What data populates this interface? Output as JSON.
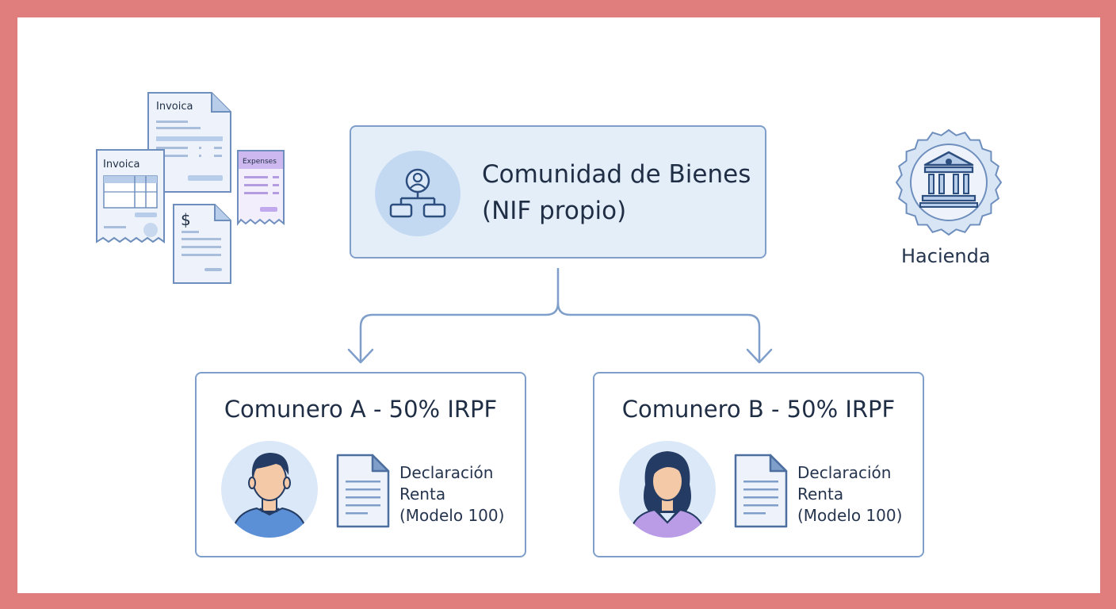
{
  "main_entity": {
    "title": "Comunidad de Bienes",
    "subtitle": "(NIF propio)"
  },
  "authority": {
    "label": "Hacienda"
  },
  "documents_cluster": {
    "invoice_label_1": "Invoica",
    "invoice_label_2": "Invoica",
    "expenses_label": "Expenses",
    "currency_symbol": "$"
  },
  "members": [
    {
      "title": "Comunero A - 50% IRPF",
      "doc_lines": [
        "Declaración",
        "Renta",
        "(Modelo 100)"
      ]
    },
    {
      "title": "Comunero B - 50% IRPF",
      "doc_lines": [
        "Declaración",
        "Renta",
        "(Modelo 100)"
      ]
    }
  ],
  "colors": {
    "frame": "#df7e7c",
    "accent_border": "#7f9fca",
    "main_fill": "#e4eef9",
    "text": "#1f2e45",
    "avatar_bg": "#dbe8f7",
    "person_a_shirt": "#5b8fd6",
    "person_b_shirt": "#b99be6",
    "hair": "#243b63"
  },
  "icons": [
    "documents-icon",
    "org-chart-icon",
    "bank-seal-icon",
    "man-avatar-icon",
    "woman-avatar-icon",
    "tax-document-icon"
  ]
}
